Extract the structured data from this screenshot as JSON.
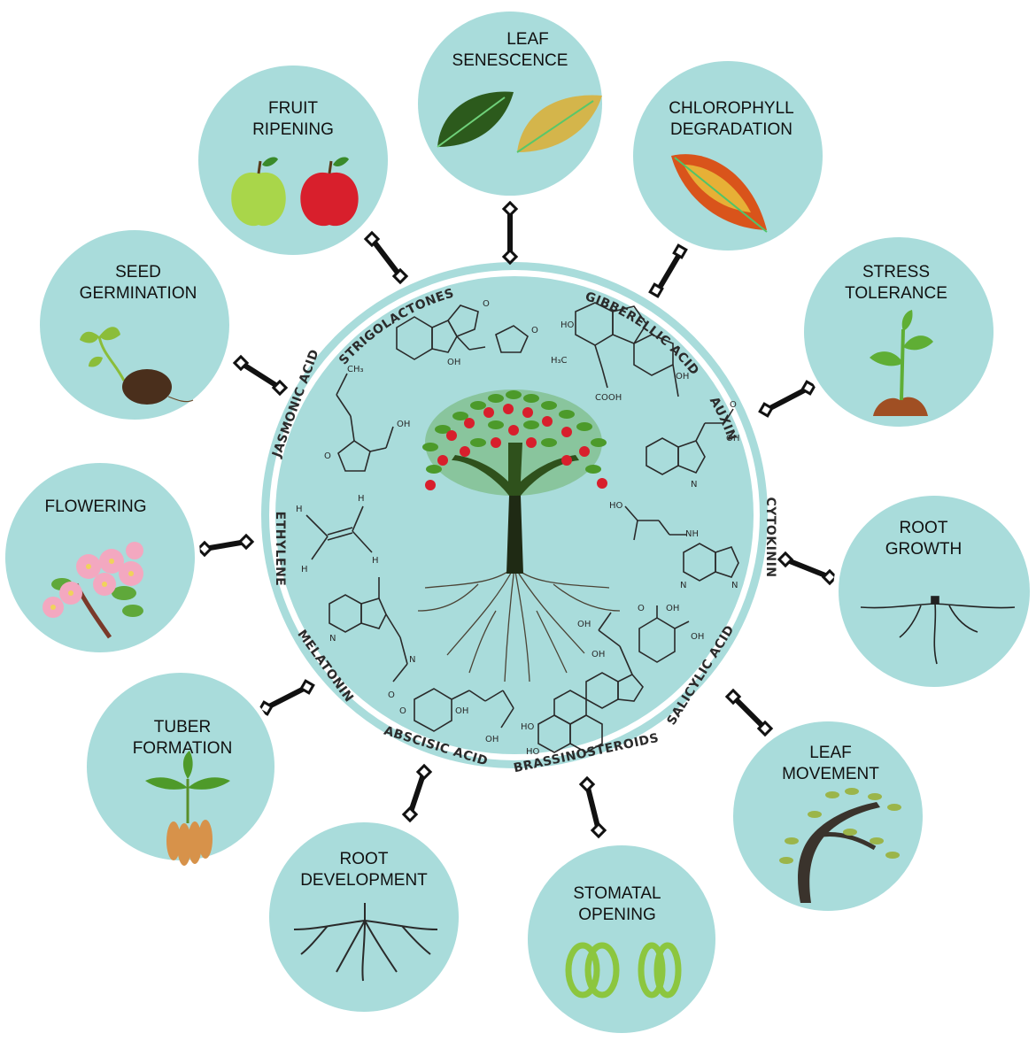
{
  "center": {
    "hormones": [
      "STRIGOLACTONES",
      "GIBBERELLIC ACID",
      "AUXIN",
      "CYTOKININ",
      "SALICYLIC ACID",
      "BRASSINOSTEROIDS",
      "ABSCISIC ACID",
      "MELATONIN",
      "ETHYLENE",
      "JASMONIC ACID"
    ]
  },
  "processes": [
    {
      "id": "leaf-senescence",
      "line1": "LEAF",
      "line2": "SENESCENCE",
      "icon": "leaves-icon"
    },
    {
      "id": "chlorophyll-degradation",
      "line1": "CHLOROPHYLL",
      "line2": "DEGRADATION",
      "icon": "degraded-leaf-icon"
    },
    {
      "id": "stress-tolerance",
      "line1": "STRESS",
      "line2": "TOLERANCE",
      "icon": "seedling-icon"
    },
    {
      "id": "root-growth",
      "line1": "ROOT",
      "line2": "GROWTH",
      "icon": "root-icon"
    },
    {
      "id": "leaf-movement",
      "line1": "LEAF",
      "line2": "MOVEMENT",
      "icon": "windblown-tree-icon"
    },
    {
      "id": "stomatal-opening",
      "line1": "STOMATAL",
      "line2": "OPENING",
      "icon": "stomata-icon"
    },
    {
      "id": "root-development",
      "line1": "ROOT",
      "line2": "DEVELOPMENT",
      "icon": "root-system-icon"
    },
    {
      "id": "tuber-formation",
      "line1": "TUBER",
      "line2": "FORMATION",
      "icon": "tuber-icon"
    },
    {
      "id": "flowering",
      "line1": "FLOWERING",
      "line2": "",
      "icon": "flower-branch-icon"
    },
    {
      "id": "seed-germination",
      "line1": "SEED",
      "line2": "GERMINATION",
      "icon": "germinating-seed-icon"
    },
    {
      "id": "fruit-ripening",
      "line1": "FRUIT",
      "line2": "RIPENING",
      "icon": "apples-icon"
    }
  ],
  "colors": {
    "circle_fill": "#a9dcdb",
    "connector": "#111111",
    "trunk": "#1f2a14",
    "apple_red": "#d81f2c",
    "leaf_green": "#4c9a2a"
  }
}
